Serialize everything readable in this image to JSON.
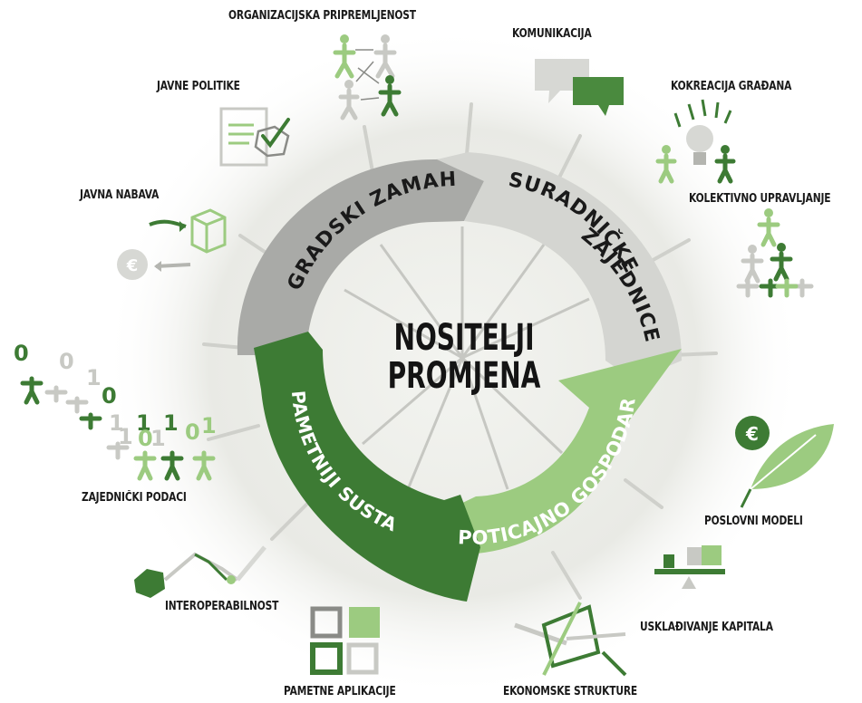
{
  "center_title": {
    "line1": "NOSITELJI",
    "line2": "PROMJENA"
  },
  "ring_segments": [
    {
      "id": "gradski",
      "label": "GRADSKI ZAMAH",
      "color": "#a9aaa7",
      "text_color": "#1a1a1a"
    },
    {
      "id": "suradnicke_1",
      "label": "SURADNIČKE",
      "color": "#d4d5d1",
      "text_color": "#1a1a1a"
    },
    {
      "id": "suradnicke_2",
      "label": "ZAJEDNICE",
      "color": "#d4d5d1",
      "text_color": "#1a1a1a"
    },
    {
      "id": "poticajno",
      "label": "POTICAJNO GOSPODARSTVO",
      "color": "#9ccb80",
      "text_color": "#ffffff"
    },
    {
      "id": "pametniji",
      "label": "PAMETNIJI SUSTAVI",
      "color": "#3d7b34",
      "text_color": "#ffffff"
    }
  ],
  "outer_labels": [
    {
      "id": "organizacijska",
      "text": "ORGANIZACIJSKA PRIPREMLJENOST"
    },
    {
      "id": "komunikacija",
      "text": "KOMUNIKACIJA"
    },
    {
      "id": "javne_politike",
      "text": "JAVNE POLITIKE"
    },
    {
      "id": "kokreacija",
      "text": "KOKREACIJA GRAĐANA"
    },
    {
      "id": "kolektivno",
      "text": "KOLEKTIVNO UPRAVLJANJE"
    },
    {
      "id": "javna_nabava",
      "text": "JAVNA NABAVA"
    },
    {
      "id": "zajednicki",
      "text": "ZAJEDNIČKI PODACI"
    },
    {
      "id": "poslovni",
      "text": "POSLOVNI MODELI"
    },
    {
      "id": "interoperabilnost",
      "text": "INTEROPERABILNOST"
    },
    {
      "id": "uskladivanje",
      "text": "USKLAĐIVANJE KAPITALA"
    },
    {
      "id": "pametne_aplikacije",
      "text": "PAMETNE APLIKACIJE"
    },
    {
      "id": "ekonomske",
      "text": "EKONOMSKE STRUKTURE"
    }
  ],
  "icon_glyphs": {
    "euro_1": "€",
    "euro_2": "€",
    "binary": [
      "0",
      "0",
      "1",
      "0",
      "1",
      "0",
      "1",
      "1",
      "0",
      "1",
      "1",
      "1"
    ]
  },
  "colors": {
    "dark_green": "#3d7b34",
    "mid_green": "#5d9a4d",
    "light_green": "#9ccb80",
    "grey": "#a9aaa7",
    "light_grey": "#d4d5d1",
    "halo": "#e7e8e3"
  }
}
